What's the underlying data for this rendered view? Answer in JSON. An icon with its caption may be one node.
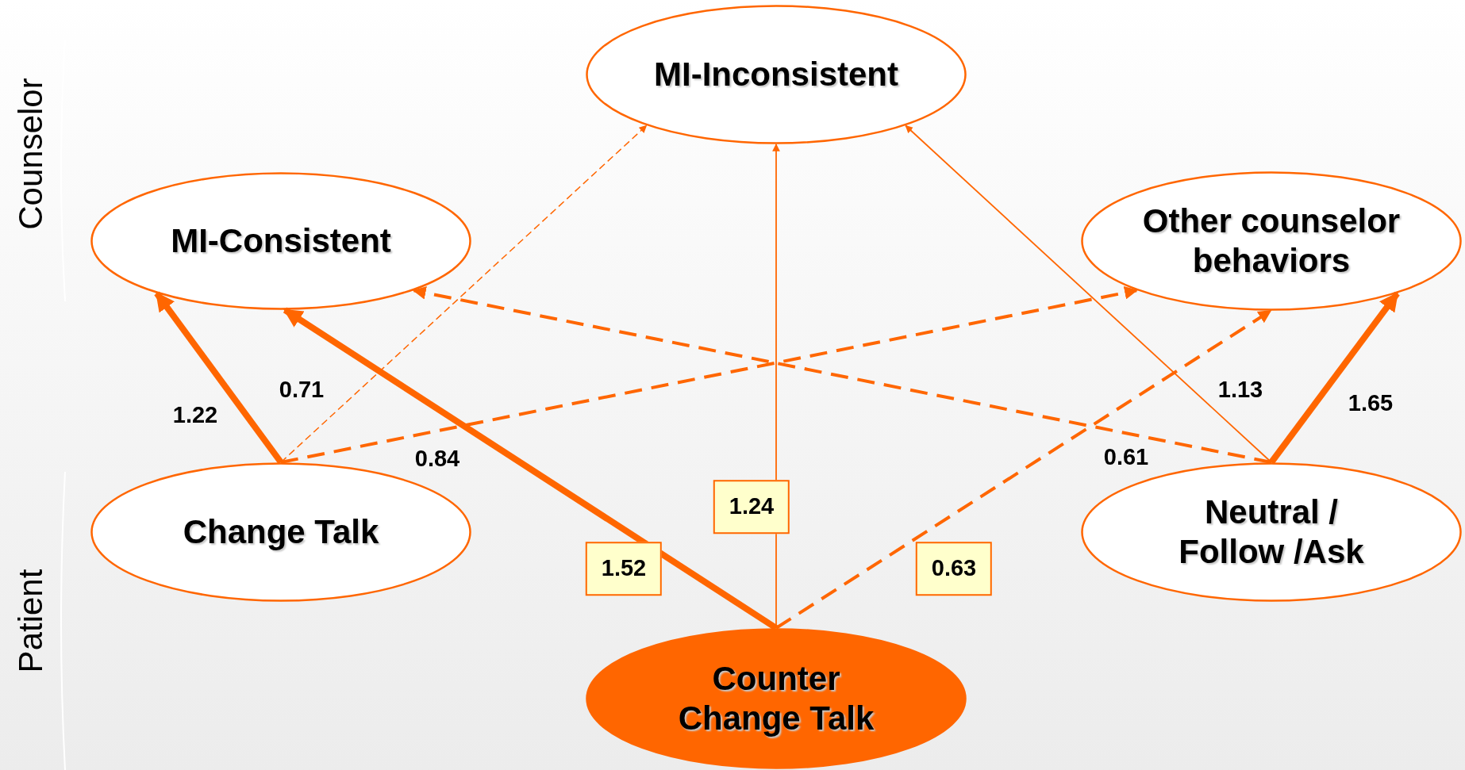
{
  "diagram": {
    "nodes": [
      {
        "text": [
          "MI-Inconsistent"
        ]
      },
      {
        "text": [
          "MI-Consistent"
        ]
      },
      {
        "text": [
          "Other counselor behaviors"
        ]
      },
      {
        "text": [
          "Change Talk"
        ]
      },
      {
        "text": [
          "Neutral / Follow /Ask"
        ]
      },
      {
        "text": [
          "Counter Change Talk"
        ]
      }
    ],
    "edges": [
      {
        "from": 3,
        "to": 1,
        "arrow": "to",
        "label": "1.22",
        "style": "thick"
      },
      {
        "from": 3,
        "to": 0,
        "arrow": "to",
        "label": "0.71",
        "style": "dashed"
      },
      {
        "from": 3,
        "to": 2,
        "arrow": "to",
        "label": "0.84",
        "style": "dashed"
      },
      {
        "from": 5,
        "to": 1,
        "arrow": "to",
        "label": "1.52",
        "style": "thick"
      },
      {
        "from": 5,
        "to": 0,
        "arrow": "to",
        "label": "1.24"
      },
      {
        "from": 5,
        "to": 2,
        "arrow": "to",
        "label": "0.63",
        "style": "dashed"
      },
      {
        "from": 4,
        "to": 0,
        "arrow": "to",
        "label": "1.13"
      },
      {
        "from": 4,
        "to": 1,
        "arrow": "to",
        "label": "0.61",
        "style": "dashed"
      },
      {
        "from": 4,
        "to": 2,
        "arrow": "to",
        "label": "1.65",
        "style": "thick"
      }
    ],
    "labels": [
      "Counselor",
      "Patient"
    ]
  }
}
